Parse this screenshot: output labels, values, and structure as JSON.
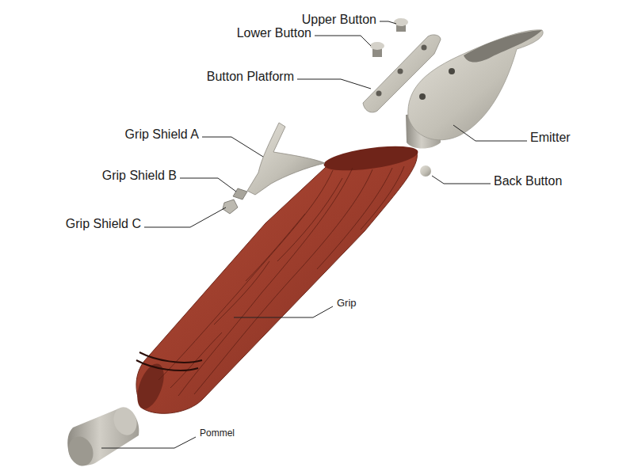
{
  "diagram": {
    "labels": [
      "Upper Button",
      "Lower Button",
      "Button Platform",
      "Grip Shield A",
      "Grip Shield B",
      "Grip Shield C",
      "Emitter",
      "Back Button",
      "Grip",
      "Pommel"
    ]
  }
}
